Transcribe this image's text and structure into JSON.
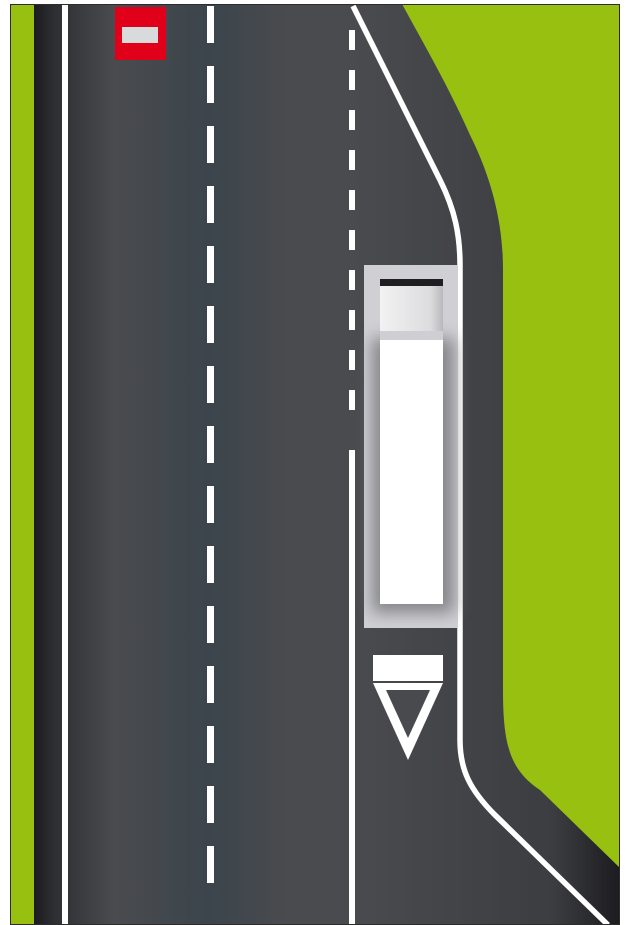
{
  "scene": {
    "title": "",
    "colors": {
      "grass": "#97c010",
      "asphalt": "#4a4b4f",
      "asphalt_dark": "#1c1c20",
      "asphalt_center": "#3b454b",
      "marking": "#ffffff",
      "sign_red": "#e0001a",
      "sign_bar": "#d9dadc",
      "truck_white": "#ffffff",
      "truck_cab": "#e4e4e6",
      "truck_shadow": "#c8c8cc"
    },
    "road": {
      "lanes": 2,
      "extra_lane": "exit-lane-right",
      "markings": [
        "edge-line-left",
        "lane-divider-dashed",
        "lane-boundary-dashed",
        "lane-boundary-solid",
        "exit-edge-line"
      ]
    },
    "signs": [
      {
        "name": "no-entry-sign",
        "icon": "no-entry-icon"
      }
    ],
    "vehicles": [
      {
        "name": "truck",
        "type": "semi-trailer",
        "direction": "up",
        "lane": "exit-lane"
      }
    ],
    "road_markings": [
      {
        "name": "give-way-marking",
        "icon": "give-way-triangle-icon"
      }
    ]
  }
}
